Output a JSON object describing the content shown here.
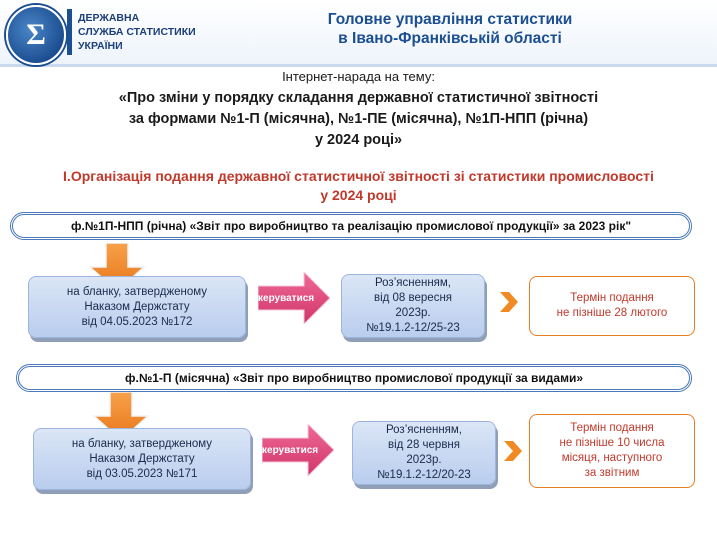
{
  "header": {
    "org_lines": [
      "ДЕРЖАВНА",
      "СЛУЖБА СТАТИСТИКИ",
      "УКРАЇНИ"
    ],
    "logo_icon": "stats-service-emblem-icon",
    "title_lines": [
      "Головне управління статистики",
      "в Івано-Франківській області"
    ]
  },
  "intro": "Інтернет-нарада на тему:",
  "topic_lines": [
    "«Про зміни у порядку складання державної статистичної звітності",
    "за формами №1-П (місячна), №1-ПЕ (місячна), №1П-НПП (річна)",
    "у 2024 році»"
  ],
  "section_lines": [
    "І.Організація подання державної статистичної звітності зі статистики промисловості",
    "у 2024 році"
  ],
  "blocks": [
    {
      "form": "ф.№1П-НПП (річна) «Звіт про виробництво та реалізацію промислової продукції» за  2023 рік\"",
      "blank_lines": [
        "на бланку, затвердженому",
        "Наказом Держстату",
        "від 04.05.2023 №172"
      ],
      "arrow_label": "керуватися",
      "clarification_lines": [
        "Роз’ясненням,",
        "від 08 вересня",
        "2023р.",
        "№19.1.2-12/25-23"
      ],
      "deadline_lines": [
        "Термін подання",
        "не пізніше 28 лютого"
      ]
    },
    {
      "form": "ф.№1-П (місячна) «Звіт про виробництво промислової продукції за видами»",
      "blank_lines": [
        "на бланку, затвердженому",
        "Наказом Держстату",
        "від 03.05.2023 №171"
      ],
      "arrow_label": "керуватися",
      "clarification_lines": [
        "Роз’ясненням,",
        "від 28 червня",
        "2023р.",
        "№19.1.2-12/20-23"
      ],
      "deadline_lines": [
        "Термін подання",
        "не пізніше 10 числа",
        "місяця, наступного",
        "за звітним"
      ]
    }
  ],
  "colors": {
    "brand_blue": "#1c4f92",
    "section_red": "#c0392b",
    "arrow_orange": "#f08a24",
    "arrow_pink": "#e0457b",
    "deadline_border": "#e67e22"
  }
}
